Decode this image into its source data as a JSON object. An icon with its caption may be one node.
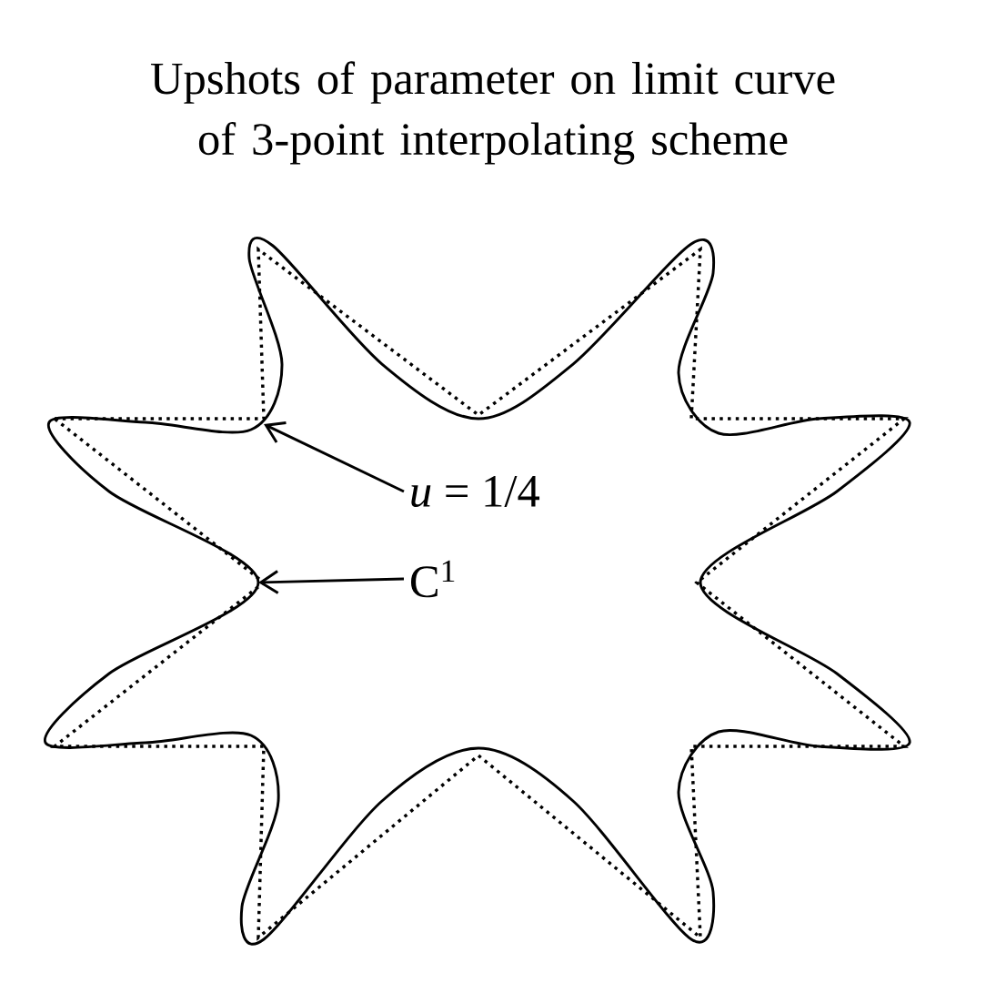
{
  "diagram": {
    "title": "Upshots of parameter on limit curve of 3-point interpolating scheme",
    "nodes": [
      {
        "text": [
          "*u* = 1/4"
        ]
      },
      {
        "text": [
          "C$^{1}$"
        ]
      }
    ],
    "edges": [
      {
        "from": 0,
        "to": null,
        "arrow": "to"
      },
      {
        "from": 1,
        "to": null,
        "arrow": "to"
      }
    ]
  }
}
